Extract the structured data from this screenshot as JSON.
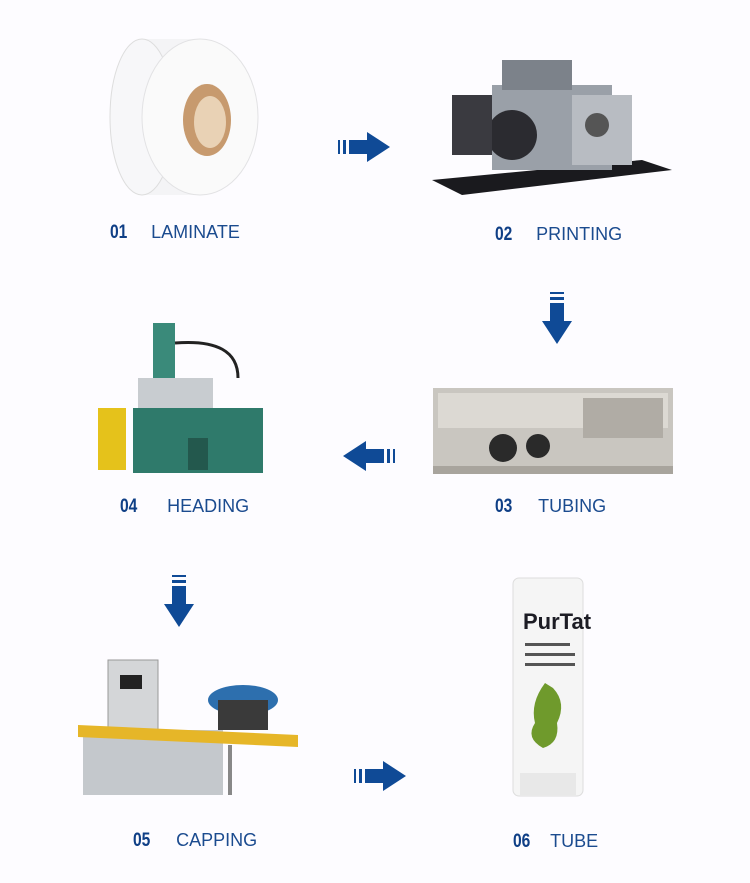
{
  "steps": [
    {
      "number": "01",
      "name": "LAMINATE"
    },
    {
      "number": "02",
      "name": "PRINTING"
    },
    {
      "number": "03",
      "name": "TUBING"
    },
    {
      "number": "04",
      "name": "HEADING"
    },
    {
      "number": "05",
      "name": "CAPPING"
    },
    {
      "number": "06",
      "name": "TUBE"
    }
  ],
  "tube_logo": "PurTat",
  "colors": {
    "arrow": "#0f4a96",
    "label": "#174a8e"
  },
  "icons": [
    "laminate-roll",
    "printing-machine",
    "tubing-machine",
    "heading-machine",
    "capping-machine",
    "tube-product",
    "arrow-right",
    "arrow-down",
    "arrow-left"
  ]
}
